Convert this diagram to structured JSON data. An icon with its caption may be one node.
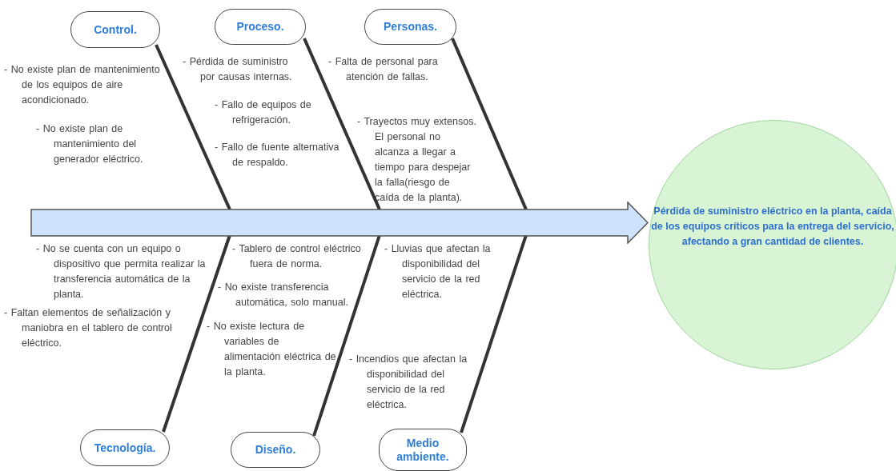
{
  "diagram": {
    "nodes": [
      {
        "text": [
          "Control."
        ]
      },
      {
        "text": [
          "Proceso."
        ]
      },
      {
        "text": [
          "Personas."
        ]
      },
      {
        "text": [
          "Tecnología."
        ]
      },
      {
        "text": [
          "Diseño."
        ]
      },
      {
        "text": [
          "Medio ambiente."
        ]
      },
      {
        "text": [],
        "shape": "arrow"
      },
      {
        "text": [
          "Pérdida de suministro eléctrico en la planta, caída de los equipos críticos para la entrega del servicio, afectando a gran cantidad de clientes."
        ]
      }
    ],
    "edges": [
      {
        "from": 0,
        "to": 6,
        "arrow": "none"
      },
      {
        "from": 1,
        "to": 6,
        "arrow": "none"
      },
      {
        "from": 2,
        "to": 6,
        "arrow": "none"
      },
      {
        "from": 3,
        "to": 6,
        "arrow": "none"
      },
      {
        "from": 4,
        "to": 6,
        "arrow": "none"
      },
      {
        "from": 5,
        "to": 6,
        "arrow": "none"
      }
    ],
    "labels": [
      "- No existe plan de mantenimiento de los equipos de aire acondicionado.",
      "- No existe plan de mantenimiento del generador eléctrico.",
      "- Pérdida de suministro por causas internas.",
      "- Fallo de equipos de refrigeración.",
      "- Fallo de fuente alternativa de respaldo.",
      "- Falta de personal para atención de fallas.",
      "- Trayectos muy extensos. El personal no alcanza a llegar a tiempo para despejar la falla(riesgo de caída de la planta).",
      "- No se cuenta con un equipo o dispositivo que permita realizar la transferencia automática de la planta.",
      "- Faltan elementos de señalización y maniobra en el tablero de control eléctrico.",
      "- Tablero de control eléctrico fuera de norma.",
      "- No existe transferencia automática, solo manual.",
      "- No existe lectura de variables de alimentación eléctrica de la planta.",
      "- Lluvias que afectan la disponibilidad del servicio de la red eléctrica.",
      "- Incendios que afectan la disponibilidad del servicio de la red eléctrica."
    ]
  }
}
